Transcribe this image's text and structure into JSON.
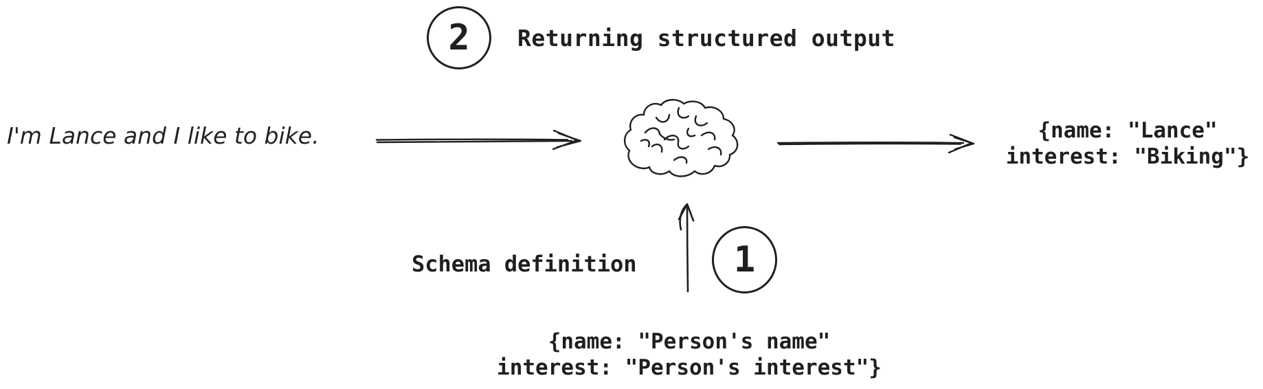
{
  "palette": {
    "background": "#ffffff",
    "ink": "#1f1f1f"
  },
  "steps": {
    "step2": {
      "badge": "2",
      "label": "Returning structured output"
    },
    "step1": {
      "badge": "1",
      "label": "Schema definition"
    }
  },
  "input_message": {
    "text": "I'm Lance and I like to bike."
  },
  "model": {
    "icon": "brain-icon"
  },
  "structured_output": {
    "lines": [
      "{name: \"Lance\"",
      "interest: \"Biking\"}"
    ]
  },
  "schema_definition": {
    "lines": [
      "{name: \"Person's name\"",
      "interest: \"Person's interest\"}"
    ]
  }
}
